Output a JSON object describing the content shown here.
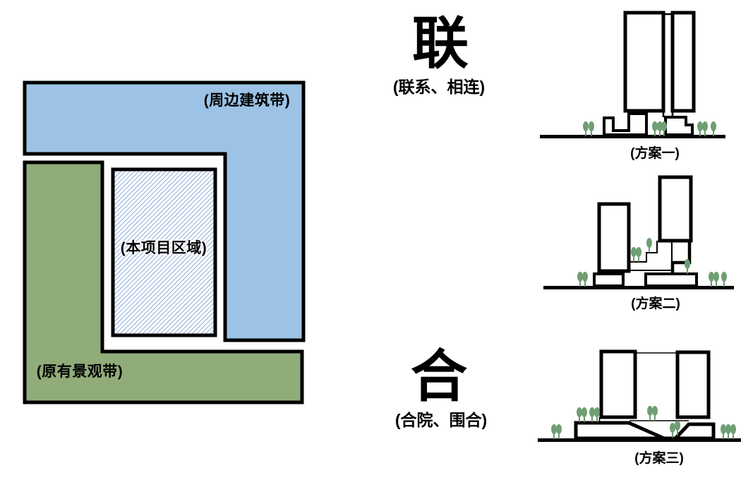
{
  "site_plan": {
    "surrounding_band_label": "(周边建筑带)",
    "project_area_label": "(本项目区域)",
    "landscape_band_label": "(原有景观带)"
  },
  "concepts": [
    {
      "character": "联",
      "subtitle": "(联系、相连)"
    },
    {
      "character": "合",
      "subtitle": "(合院、围合)"
    }
  ],
  "schemes": [
    {
      "label": "(方案一)"
    },
    {
      "label": "(方案二)"
    },
    {
      "label": "(方案三)"
    }
  ],
  "colors": {
    "band_blue": "#9cc3e5",
    "band_green": "#8fac79",
    "hatch_blue": "#4472c4",
    "tree_green": "#6f9e73",
    "tree_stem": "#5f8f65",
    "ink": "#000000"
  }
}
